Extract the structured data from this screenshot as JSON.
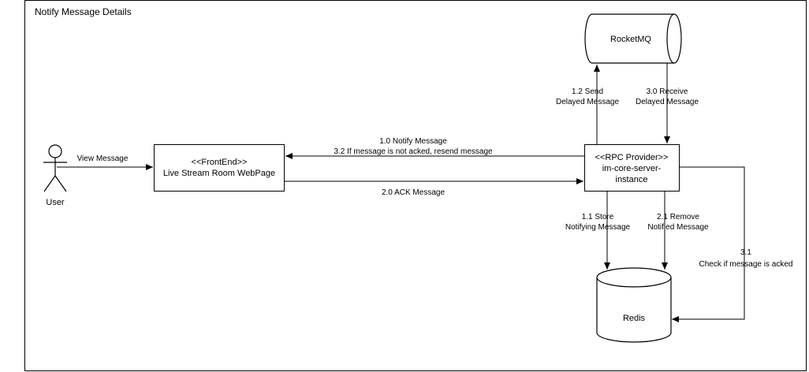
{
  "frame": {
    "title": "Notify Message Details"
  },
  "actor": {
    "name": "User"
  },
  "nodes": {
    "frontend": {
      "line1": "<<FrontEnd>>",
      "line2": "Live Stream Room WebPage"
    },
    "rpc": {
      "line1": "<<RPC Provider>>",
      "line2": "im-core-server-",
      "line3": "instance"
    },
    "rocketmq": {
      "label": "RocketMQ"
    },
    "redis": {
      "label": "Redis"
    }
  },
  "edges": {
    "view_message": "View Message",
    "notify_1": "1.0 Notify Message",
    "notify_2": "3.2 If message is not acked, resend message",
    "ack": "2.0 ACK Message",
    "send_delayed_1": "1.2 Send",
    "send_delayed_2": "Delayed Message",
    "receive_delayed_1": "3.0 Receive",
    "receive_delayed_2": "Delayed Message",
    "store_1": "1.1 Store",
    "store_2": "Notifying Message",
    "remove_1": "2.1 Remove",
    "remove_2": "Notified Message",
    "check_1": "3.1",
    "check_2": "Check if message is acked"
  },
  "colors": {
    "stroke": "#000000",
    "background": "#ffffff"
  }
}
